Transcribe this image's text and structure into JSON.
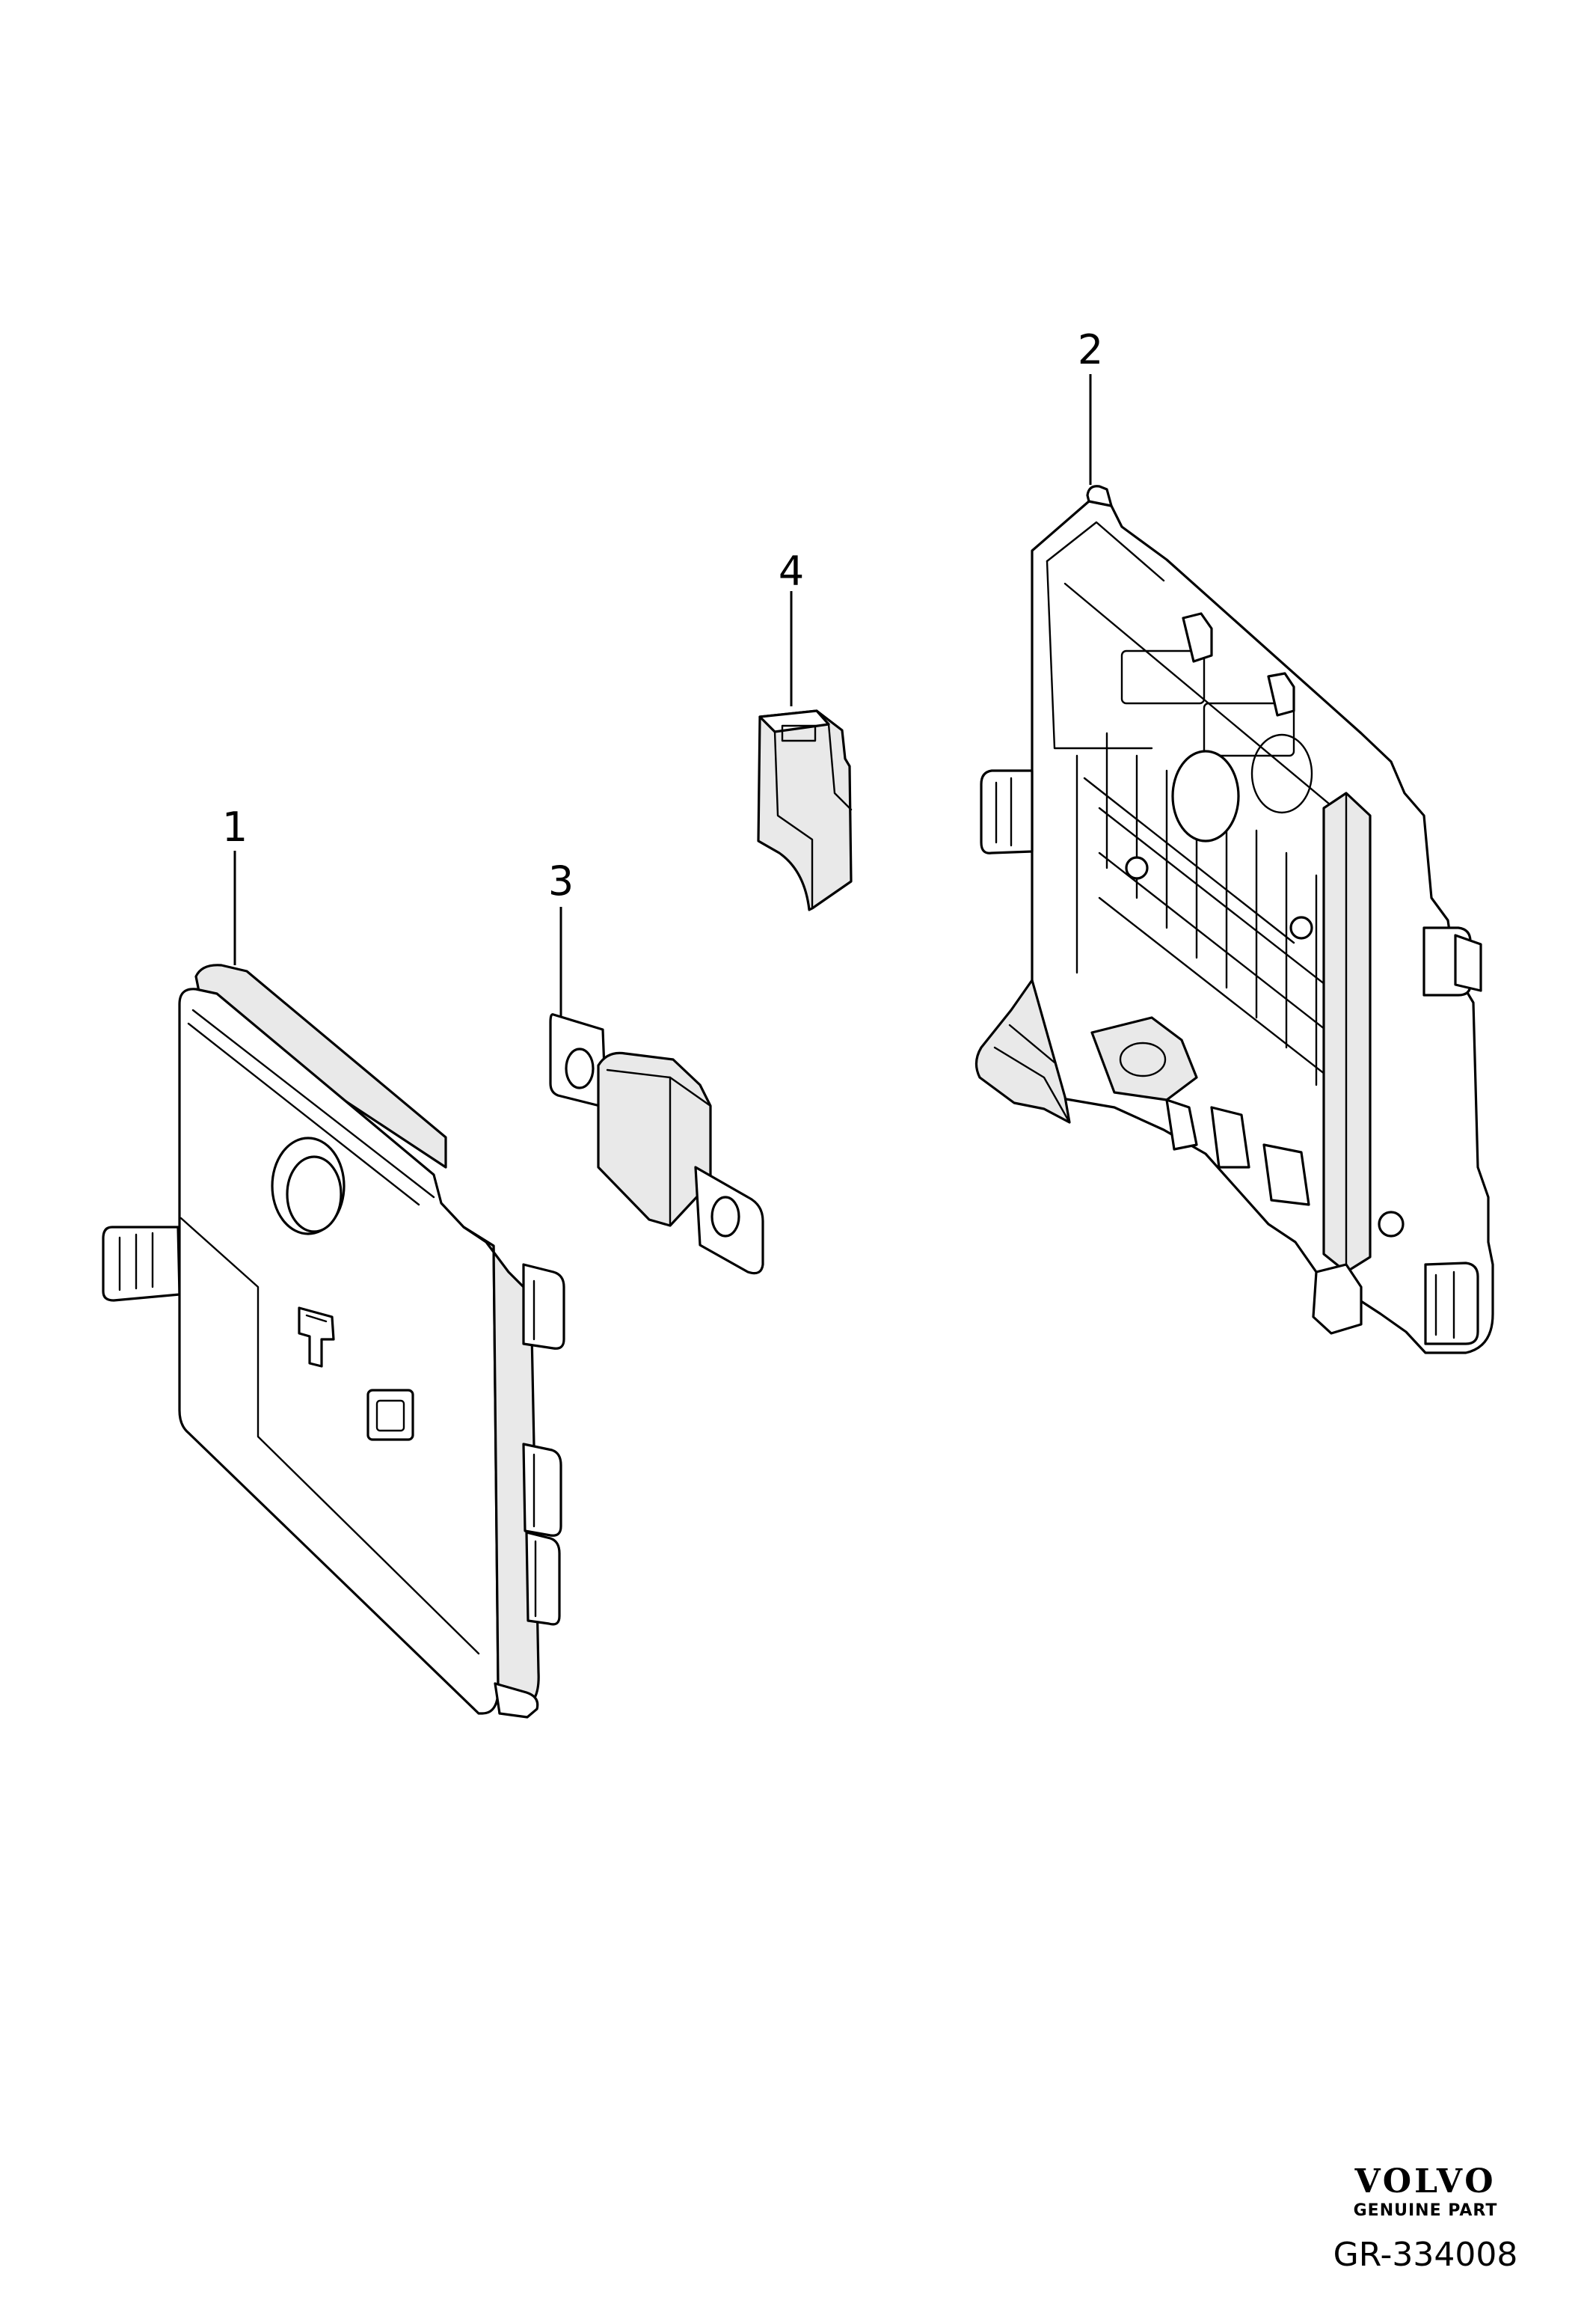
{
  "callouts": {
    "part1": "1",
    "part2": "2",
    "part3": "3",
    "part4": "4"
  },
  "brand": {
    "logo": "VOLVO",
    "tagline": "GENUINE PART"
  },
  "reference_code": "GR-334008",
  "colors": {
    "line": "#000000",
    "background": "#ffffff"
  }
}
